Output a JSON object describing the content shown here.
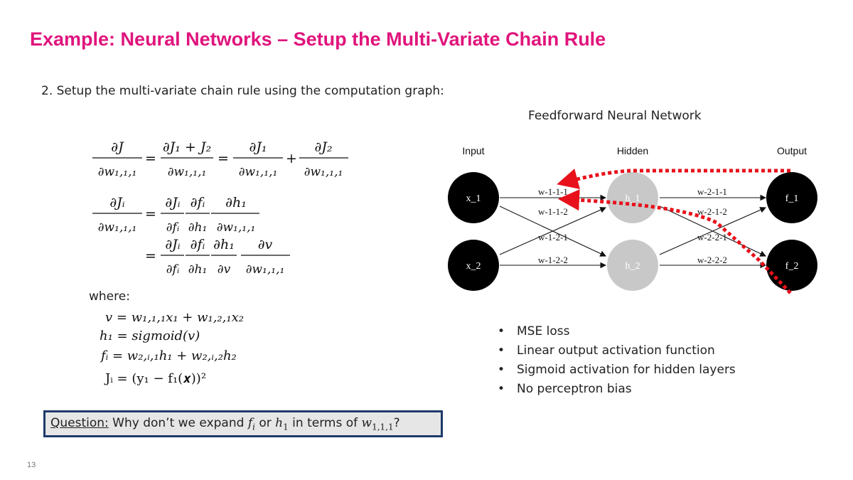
{
  "slide": {
    "title": "Example: Neural Networks – Setup the Multi-Variate Chain Rule",
    "step_text": "2. Setup the multi-variate chain rule using the computation graph:",
    "page_number": "13"
  },
  "equations": {
    "eq1": {
      "lhs_num": "∂J",
      "lhs_den": "∂w₁,₁,₁",
      "t1_num": "∂J₁ + J₂",
      "t1_den": "∂w₁,₁,₁",
      "t2_num": "∂J₁",
      "t2_den": "∂w₁,₁,₁",
      "plus": "+",
      "t3_num": "∂J₂",
      "t3_den": "∂w₁,₁,₁"
    },
    "eq2": {
      "lhs_num": "∂Jᵢ",
      "lhs_den": "∂w₁,₁,₁",
      "f1_num": "∂Jᵢ",
      "f1_den": "∂fᵢ",
      "f2_num": "∂fᵢ",
      "f2_den": "∂h₁",
      "f3_num": "∂h₁",
      "f3_den": "∂w₁,₁,₁"
    },
    "eq3": {
      "f1_num": "∂Jᵢ",
      "f1_den": "∂fᵢ",
      "f2_num": "∂fᵢ",
      "f2_den": "∂h₁",
      "f3_num": "∂h₁",
      "f3_den": "∂v",
      "f4_num": "∂v",
      "f4_den": "∂w₁,₁,₁"
    },
    "equals": "="
  },
  "where": {
    "label": "where:",
    "lines": [
      "v = w₁,₁,₁x₁ + w₁,₂,₁x₂",
      "h₁ = sigmoid(v)",
      "fᵢ = w₂,ᵢ,₁h₁ + w₂,ᵢ,₂h₂",
      "Jᵢ = (y₁ − f₁(𝒙))²"
    ]
  },
  "network": {
    "caption": "Feedforward Neural Network",
    "layer_labels": [
      "Input",
      "Hidden",
      "Output"
    ],
    "nodes": {
      "x1": "x_1",
      "x2": "x_2",
      "h1": "h_1",
      "h2": "h_2",
      "f1": "f_1",
      "f2": "f_2"
    },
    "edges": {
      "w111": "w-1-1-1",
      "w112": "w-1-1-2",
      "w121": "w-1-2-1",
      "w122": "w-1-2-2",
      "w211": "w-2-1-1",
      "w212": "w-2-1-2",
      "w221": "w-2-2-1",
      "w222": "w-2-2-2"
    },
    "colors": {
      "input_node": "#000000",
      "hidden_node": "#c8c8c8",
      "output_node": "#000000",
      "backprop_arrow": "#e8101a"
    }
  },
  "bullets": [
    "MSE loss",
    "Linear output activation function",
    "Sigmoid activation for hidden layers",
    "No perceptron bias"
  ],
  "question": {
    "label": "Question:",
    "pre": " Why don’t we expand ",
    "f_base": "f",
    "f_sub": "i",
    "mid": " or ",
    "h_base": "h",
    "h_sub": "1",
    "post1": " in terms of ",
    "w_base": "w",
    "w_sub": "1,1,1",
    "post2": "?"
  },
  "colors": {
    "title": "#e0147c",
    "question_border": "#1f3a6b",
    "question_bg": "#e6e6e6"
  }
}
